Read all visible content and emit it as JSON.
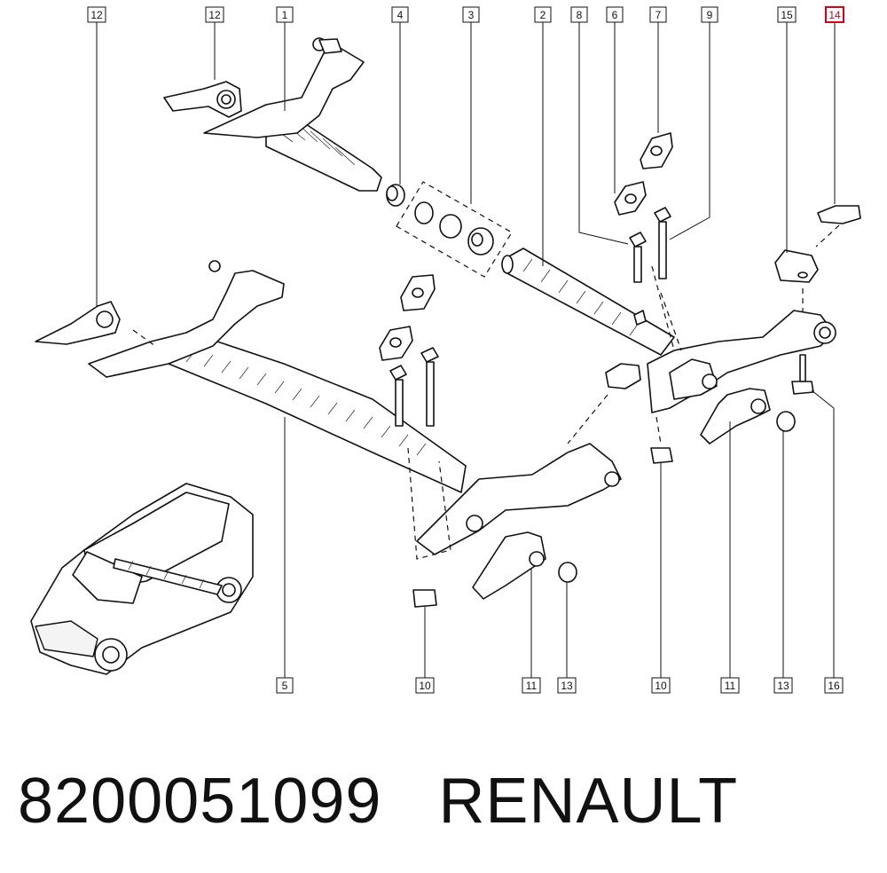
{
  "diagram": {
    "highlight_color": "#d0021b",
    "callouts_top": [
      "12",
      "12",
      "1",
      "4",
      "3",
      "2",
      "8",
      "6",
      "7",
      "9",
      "15",
      "14"
    ],
    "callouts_bottom": [
      "5",
      "10",
      "11",
      "13",
      "10",
      "11",
      "13",
      "16"
    ],
    "highlighted_callout": "14"
  },
  "footer": {
    "part_number": "8200051099",
    "brand": "RENAULT"
  }
}
